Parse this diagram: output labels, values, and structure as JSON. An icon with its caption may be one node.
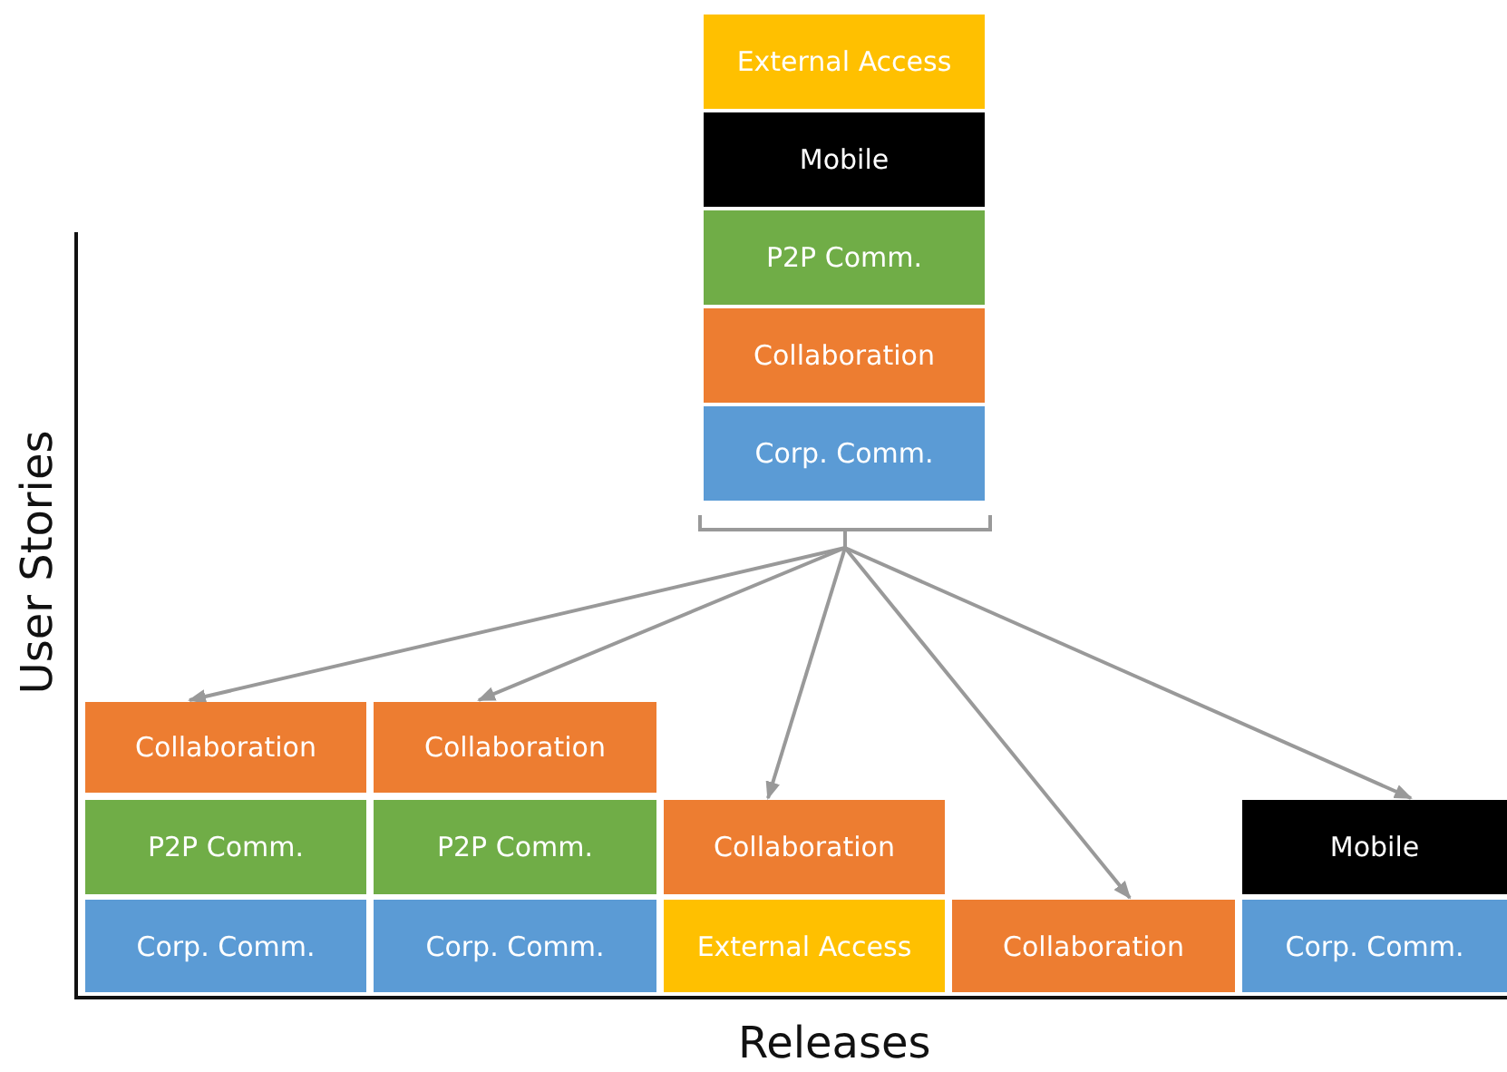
{
  "diagram": {
    "nodes": [
      {
        "text": [
          "External Access"
        ]
      },
      {
        "text": [
          "Mobile"
        ]
      },
      {
        "text": [
          "P2P Comm."
        ]
      },
      {
        "text": [
          "Collaboration"
        ]
      },
      {
        "text": [
          "Corp. Comm."
        ]
      },
      {
        "text": [],
        "shape": "bracket"
      },
      {
        "text": [
          "Collaboration"
        ]
      },
      {
        "text": [
          "Collaboration"
        ]
      },
      {
        "text": [
          "P2P Comm."
        ]
      },
      {
        "text": [
          "P2P Comm."
        ]
      },
      {
        "text": [
          "Collaboration"
        ]
      },
      {
        "text": [
          "Mobile"
        ]
      },
      {
        "text": [
          "Corp. Comm."
        ]
      },
      {
        "text": [
          "Corp. Comm."
        ]
      },
      {
        "text": [
          "External Access"
        ]
      },
      {
        "text": [
          "Collaboration"
        ]
      },
      {
        "text": [
          "Corp. Comm."
        ]
      }
    ],
    "edges": [
      {
        "from": 5,
        "to": 6,
        "arrow": "to"
      },
      {
        "from": 5,
        "to": 7,
        "arrow": "to"
      },
      {
        "from": 5,
        "to": 10,
        "arrow": "to"
      },
      {
        "from": 5,
        "to": 15,
        "arrow": "to"
      },
      {
        "from": 5,
        "to": 11,
        "arrow": "to"
      }
    ],
    "labels": [
      "User Stories",
      "Releases"
    ]
  }
}
